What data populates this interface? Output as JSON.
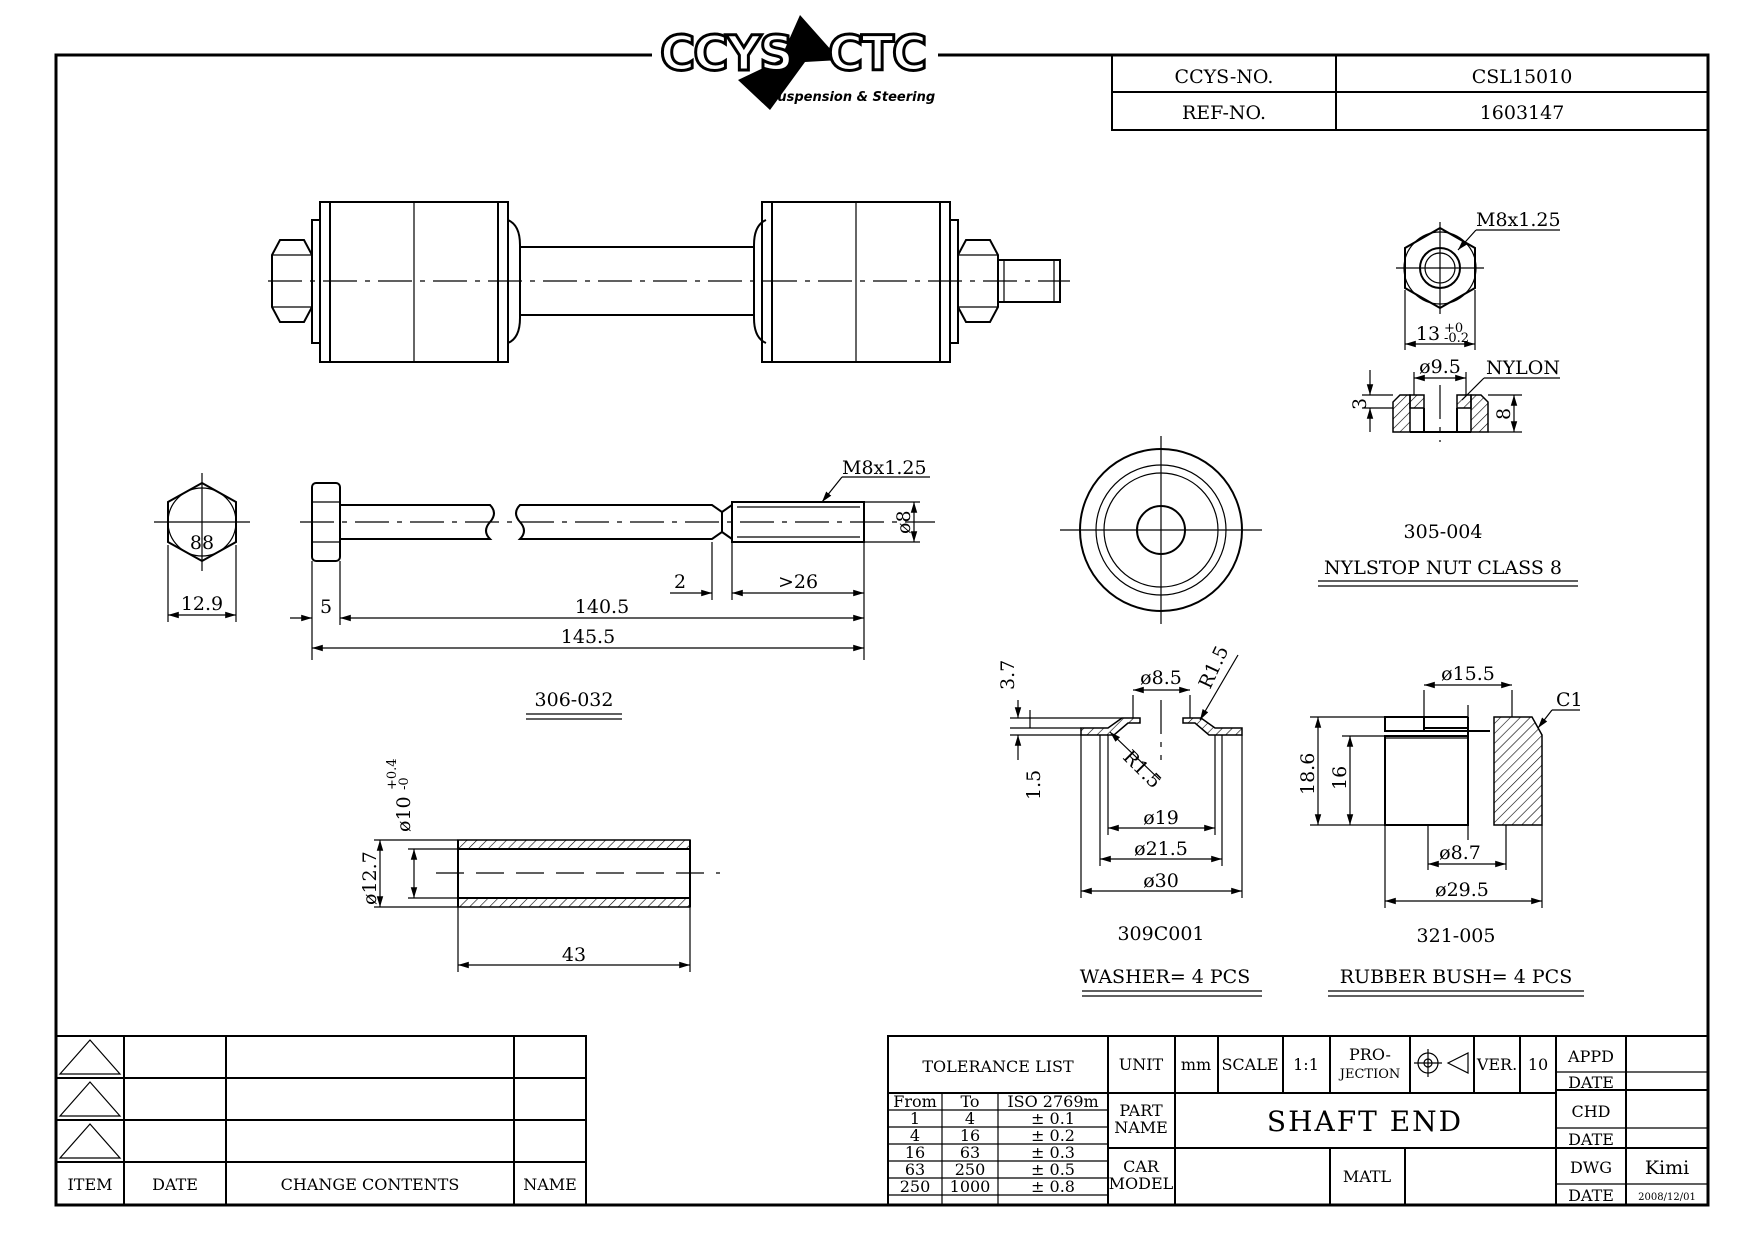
{
  "brand": {
    "logo_left": "CCYS",
    "logo_right": "CTC",
    "tagline": "Suspension & Steering"
  },
  "id_block": {
    "ccys_label": "CCYS-NO.",
    "ccys_value": "CSL15010",
    "ref_label": "REF-NO.",
    "ref_value": "1603147"
  },
  "bolt": {
    "thread": "M8x1.25",
    "dia": "ø8",
    "hex_label": "88",
    "hex_width": "12.9",
    "head_len": "5",
    "dim_2": "2",
    "thread_len": ">26",
    "shank_len": "140.5",
    "total_len": "145.5",
    "part_no": "306-032"
  },
  "nut": {
    "thread": "M8x1.25",
    "across_flats": "13",
    "tol_upper": "+0",
    "tol_lower": "-0.2",
    "bore": "ø9.5",
    "insert": "NYLON",
    "dim_3": "3",
    "height": "8",
    "part_no": "305-004",
    "title": "NYLSTOP NUT CLASS 8"
  },
  "sleeve": {
    "inner": "ø10",
    "tol_upper": "+0.4",
    "tol_lower": "-0",
    "outer": "ø12.7",
    "length": "43"
  },
  "washer": {
    "dim_3_7": "3.7",
    "dim_1_5": "1.5",
    "d8_5": "ø8.5",
    "r1": "R1.5",
    "r2": "R1.5",
    "d19": "ø19",
    "d21_5": "ø21.5",
    "d30": "ø30",
    "part_no": "309C001",
    "title": "WASHER= 4 PCS"
  },
  "bush": {
    "d15_5": "ø15.5",
    "chamfer": "C1",
    "h18_6": "18.6",
    "h16": "16",
    "d8_7": "ø8.7",
    "d29_5": "ø29.5",
    "part_no": "321-005",
    "title": "RUBBER BUSH= 4 PCS"
  },
  "revision_table": {
    "headers": [
      "ITEM",
      "DATE",
      "CHANGE CONTENTS",
      "NAME"
    ]
  },
  "title_block": {
    "tolerance_list": "TOLERANCE LIST",
    "tol_headers": [
      "From",
      "To",
      "ISO 2769m"
    ],
    "tol_rows": [
      [
        "1",
        "4",
        "± 0.1"
      ],
      [
        "4",
        "16",
        "± 0.2"
      ],
      [
        "16",
        "63",
        "± 0.3"
      ],
      [
        "63",
        "250",
        "± 0.5"
      ],
      [
        "250",
        "1000",
        "± 0.8"
      ]
    ],
    "unit_label": "UNIT",
    "unit_value": "mm",
    "scale_label": "SCALE",
    "scale_value": "1:1",
    "projection_l1": "PRO-",
    "projection_l2": "JECTION",
    "ver_label": "VER.",
    "ver_value": "10",
    "appd": "APPD",
    "date": "DATE",
    "chd": "CHD",
    "dwg": "DWG",
    "dwg_name": "Kimi",
    "dwg_date": "2008/12/01",
    "part_name_l1": "PART",
    "part_name_l2": "NAME",
    "part_name": "SHAFT END",
    "car_model_l1": "CAR",
    "car_model_l2": "MODEL",
    "matl": "MATL"
  }
}
